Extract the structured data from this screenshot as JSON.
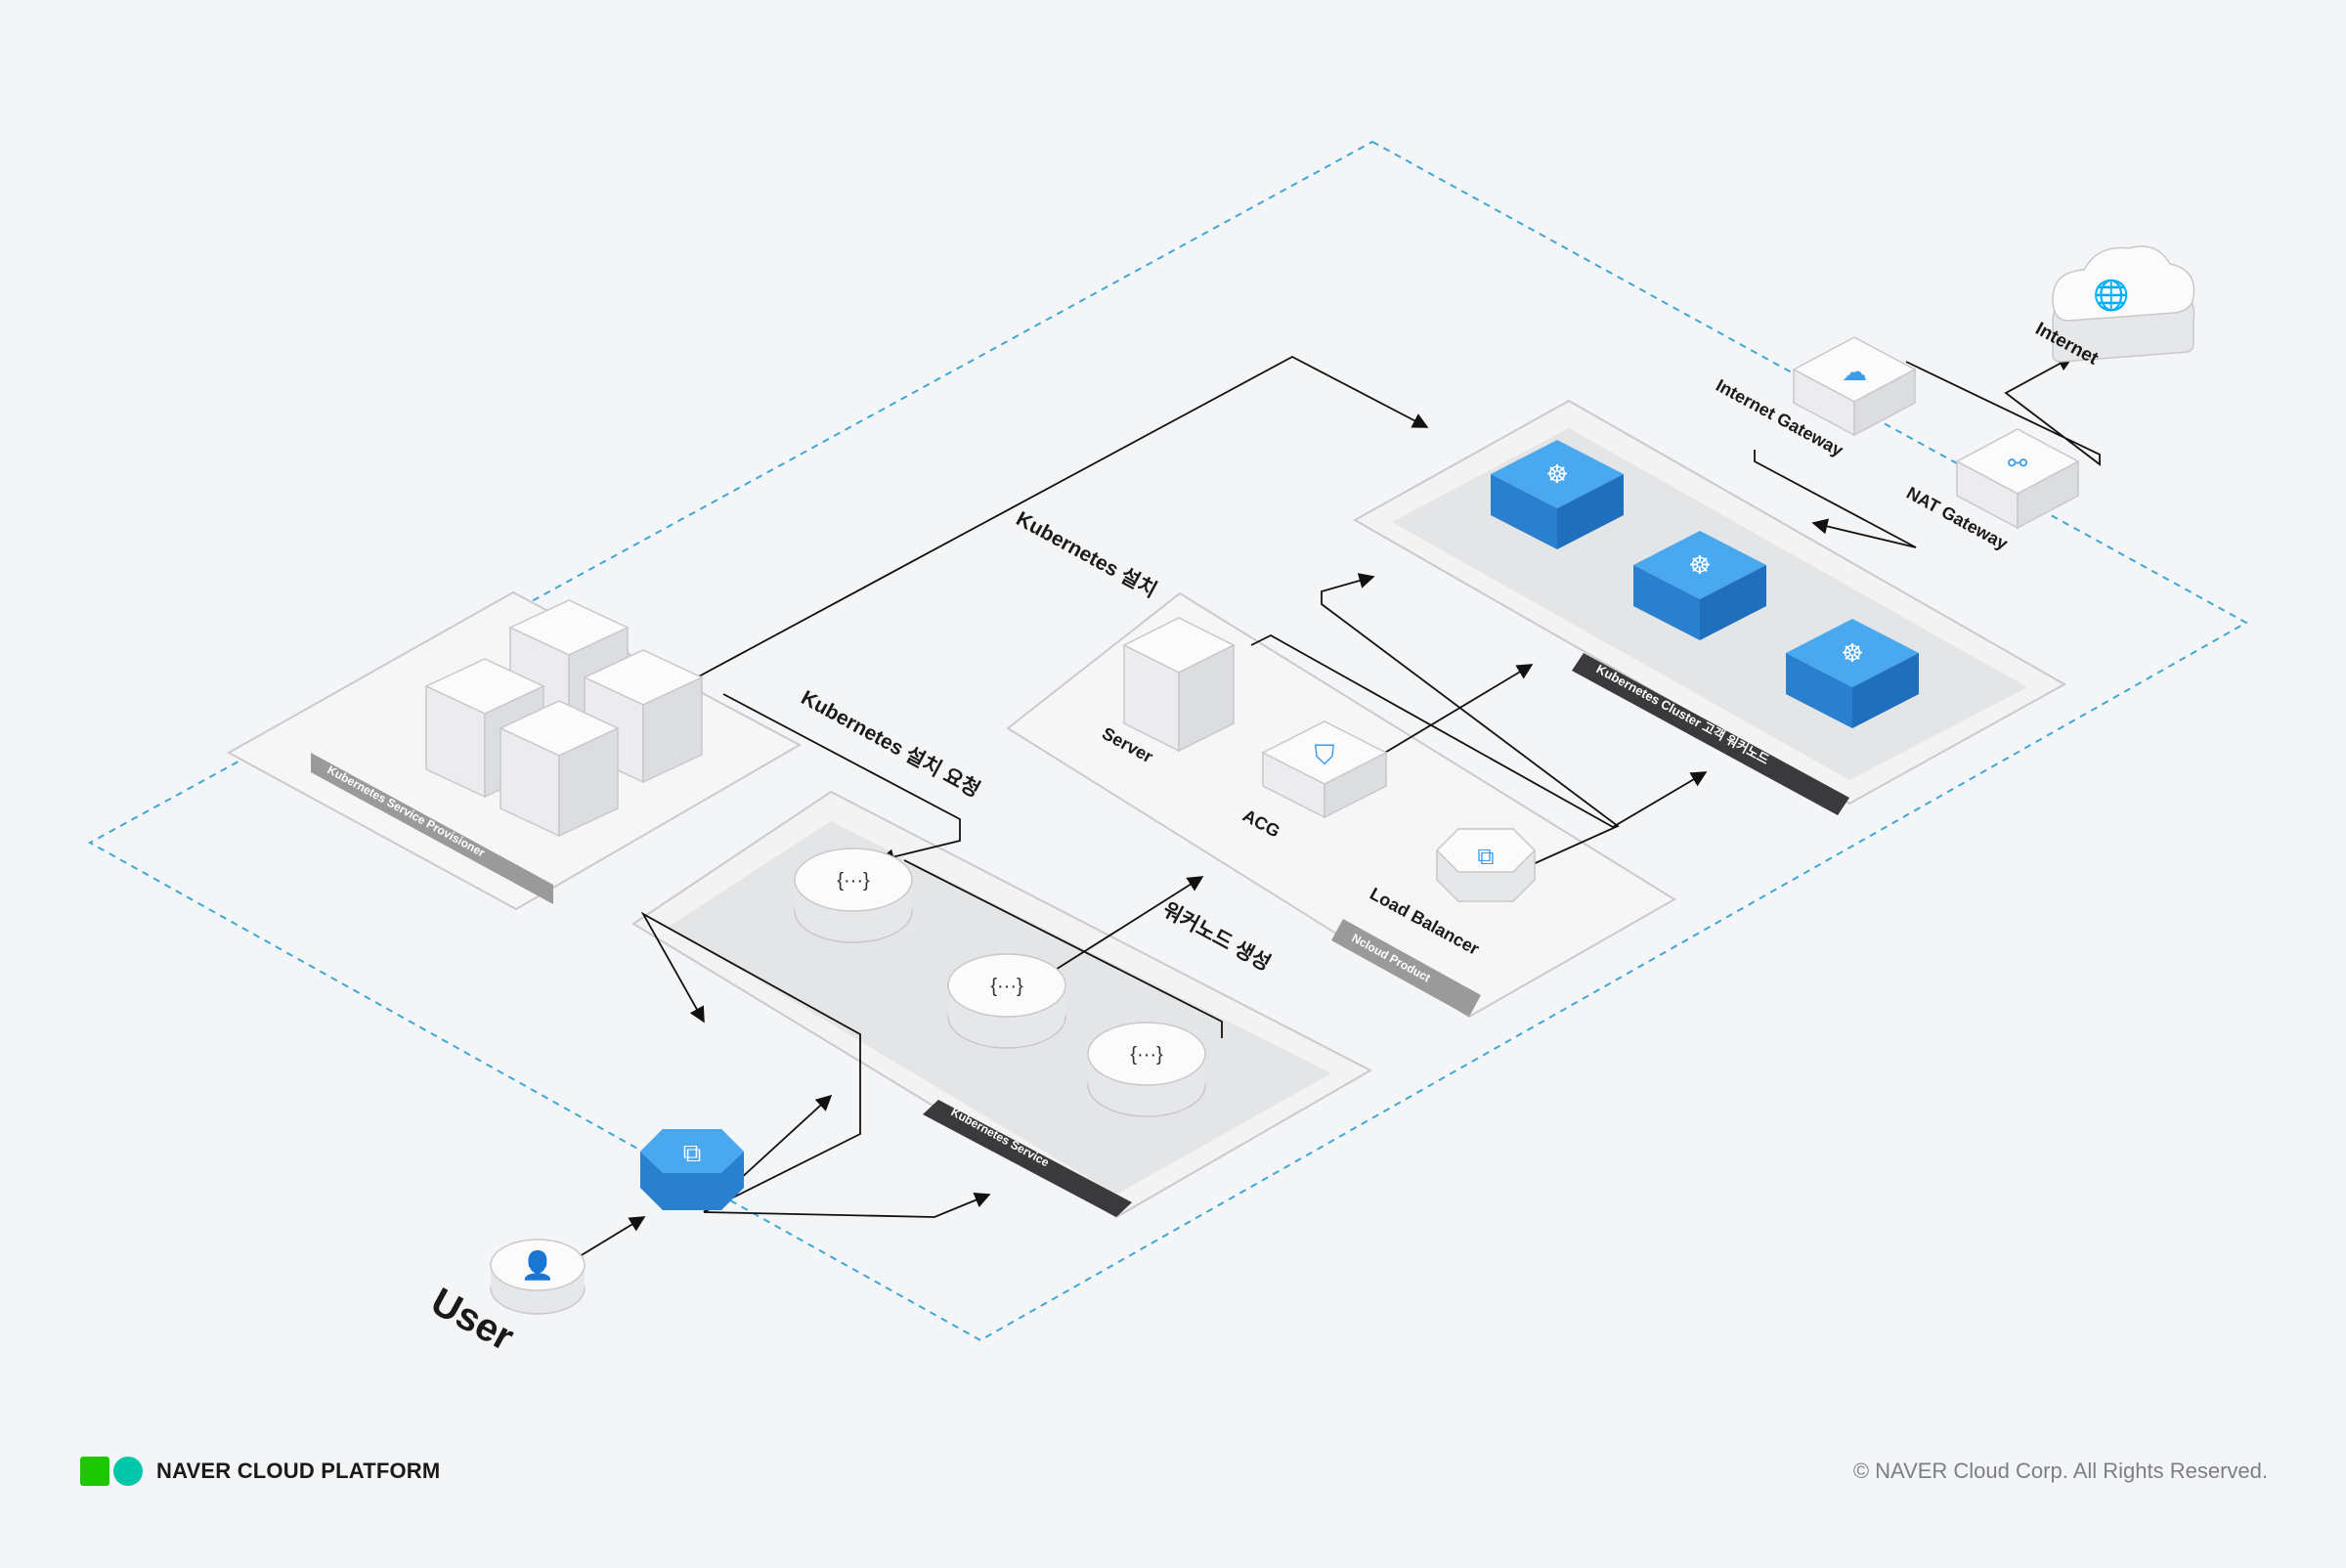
{
  "labels": {
    "internet": "Internet",
    "internet_gateway": "Internet Gateway",
    "nat_gateway": "NAT Gateway",
    "k8s_install": "Kubernetes 설치",
    "k8s_install_request": "Kubernetes 설치 요청",
    "worker_create": "워커노드 생성",
    "server": "Server",
    "acg": "ACG",
    "load_balancer": "Load Balancer",
    "user": "User"
  },
  "banners": {
    "provisioner": "Kubernetes Service Provisioner",
    "k8s_service": "Kubernetes Service",
    "ncloud_product": "Ncloud Product",
    "k8s_cluster": "Kubernetes Cluster 고객 워커노드"
  },
  "footer": {
    "brand_bold": "NAVER",
    "brand_rest": "CLOUD PLATFORM",
    "copyright": "© NAVER Cloud Corp. All Rights Reserved."
  },
  "colors": {
    "accent_blue": "#3d9be9",
    "dashed_boundary": "#3fa7d6",
    "banner_dark": "#3a3a3c",
    "banner_grey": "#9a9a9a"
  },
  "icons": [
    "globe-icon",
    "cloud-icon",
    "nat-icon",
    "kubernetes-wheel-icon",
    "acg-icon",
    "load-balancer-icon",
    "user-icon",
    "function-icon",
    "server-icon"
  ]
}
